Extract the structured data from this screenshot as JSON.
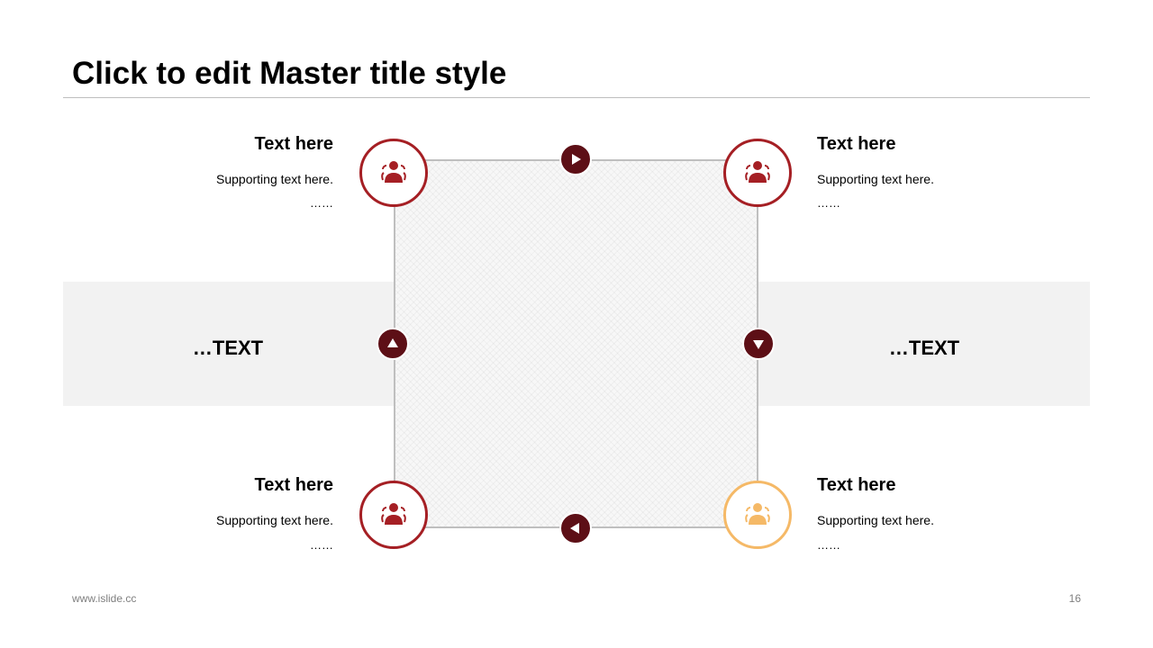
{
  "slide": {
    "title": "Click to edit Master title style",
    "footer_url": "www.islide.cc",
    "page_number": "16"
  },
  "colors": {
    "primary": "#a51f24",
    "accent": "#f5b967",
    "arrow": "#5d0f16",
    "band": "#f2f2f2",
    "line": "#bfbfbf"
  },
  "nodes": {
    "top_left": {
      "heading": "Text here",
      "support": "Supporting text here.",
      "dots": "……",
      "icon": "users-icon"
    },
    "top_right": {
      "heading": "Text here",
      "support": "Supporting text here.",
      "dots": "……",
      "icon": "users-icon"
    },
    "bottom_left": {
      "heading": "Text here",
      "support": "Supporting text here.",
      "dots": "……",
      "icon": "users-icon"
    },
    "bottom_right": {
      "heading": "Text here",
      "support": "Supporting text here.",
      "dots": "……",
      "icon": "users-icon"
    }
  },
  "band": {
    "left_label": "…TEXT",
    "right_label": "…TEXT"
  },
  "arrows": {
    "top": "arrow-right-icon",
    "right": "arrow-down-icon",
    "bottom": "arrow-left-icon",
    "left": "arrow-up-icon"
  }
}
